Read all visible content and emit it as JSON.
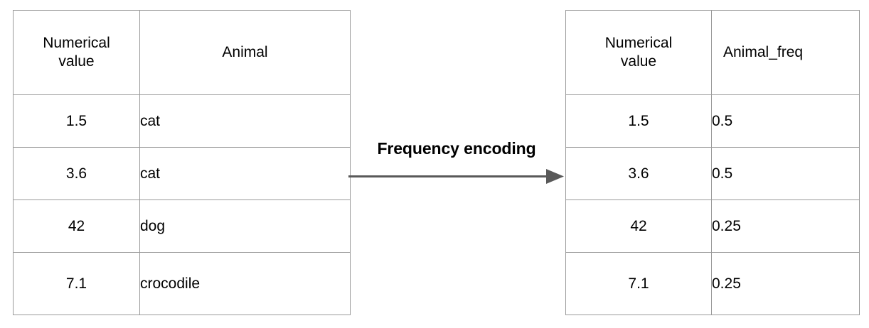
{
  "diagram": {
    "title": "Frequency encoding",
    "arrow_label": "Frequency encoding",
    "arrow_icon": "arrow-right-icon",
    "colors": {
      "border": "#9a9a9a",
      "text": "#000000",
      "arrow": "#595959",
      "background": "#ffffff"
    }
  },
  "tables": {
    "source": {
      "name": "source-table",
      "headers": [
        "Numerical value",
        "Animal"
      ],
      "header_lines": [
        [
          "Numerical",
          "value"
        ],
        [
          "Animal"
        ]
      ],
      "rows": [
        {
          "numerical_value": "1.5",
          "animal": "cat"
        },
        {
          "numerical_value": "3.6",
          "animal": "cat"
        },
        {
          "numerical_value": "42",
          "animal": "dog"
        },
        {
          "numerical_value": "7.1",
          "animal": "crocodile"
        }
      ]
    },
    "encoded": {
      "name": "encoded-table",
      "headers": [
        "Numerical value",
        "Animal_freq"
      ],
      "header_lines": [
        [
          "Numerical",
          "value"
        ],
        [
          "Animal_freq"
        ]
      ],
      "rows": [
        {
          "numerical_value": "1.5",
          "animal_freq": "0.5"
        },
        {
          "numerical_value": "3.6",
          "animal_freq": "0.5"
        },
        {
          "numerical_value": "42",
          "animal_freq": "0.25"
        },
        {
          "numerical_value": "7.1",
          "animal_freq": "0.25"
        }
      ]
    }
  }
}
